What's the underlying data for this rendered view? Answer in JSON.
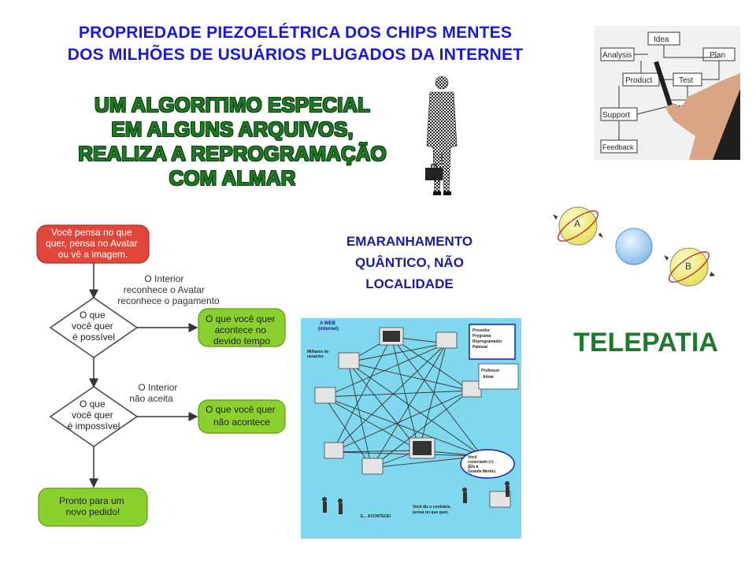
{
  "title": {
    "line1": "PROPRIEDADE PIEZOELÉTRICA DOS CHIPS MENTES",
    "line2": "DOS MILHÕES DE USUÁRIOS PLUGADOS DA INTERNET"
  },
  "algorithm_text": {
    "line1": "UM ALGORITIMO ESPECIAL",
    "line2": "EM ALGUNS ARQUIVOS,",
    "line3": "REALIZA A REPROGRAMAÇÃO",
    "line4": "COM ALMAR"
  },
  "entanglement_text": {
    "line1": "EMARANHAMENTO",
    "line2": "QUÂNTICO, NÃO",
    "line3": "LOCALIDADE"
  },
  "telepathy_text": "TELEPATIA",
  "whiteboard": {
    "idea": "Idea",
    "analysis": "Analysis",
    "plan": "Plan",
    "product": "Product",
    "test": "Test",
    "support": "Support",
    "market": "Market",
    "feedback": "Feedback"
  },
  "particles": {
    "a": "A",
    "b": "B"
  },
  "flowchart": {
    "start": [
      "Você pensa no que",
      "quer, pensa no Avatar",
      "ou vê a imagem."
    ],
    "edge_possible": [
      "O Interior",
      "reconhece o Avatar",
      "reconhece o pagamento"
    ],
    "decision_possible": [
      "O que",
      "você quer",
      "é possível"
    ],
    "result_possible": [
      "O que você quer",
      "acontece no",
      "devido tempo"
    ],
    "edge_impossible": [
      "O Interior",
      "não aceita"
    ],
    "decision_impossible": [
      "O que",
      "você quer",
      "é impossível"
    ],
    "result_impossible": [
      "O que você quer",
      "não acontece"
    ],
    "end": [
      "Pronto para um",
      "novo pedido!"
    ]
  },
  "network": {
    "web_label": [
      "A WEB",
      "(internet)"
    ],
    "users_label": [
      "Milhares de",
      "usuarios"
    ],
    "provider_label": [
      "Provedor",
      "Programa",
      "Reprogramador",
      "Palmeal"
    ],
    "professor_label": [
      "Professor",
      "Almar"
    ],
    "connected_label": [
      "Você",
      "conectado (+)",
      "(Ele a",
      "Grande Mente)"
    ],
    "result_label": [
      "Você diz o contrário,",
      "pensa no que quer,"
    ],
    "happens_label": "E... ACONTECE!"
  },
  "colors": {
    "title": "#1a1ad6",
    "algorithm": "#1f7a24",
    "telepathy": "#1d7a2a",
    "flow_red": "#e0473a",
    "flow_green": "#8bd12e",
    "network_bg": "#7fd8ee"
  }
}
